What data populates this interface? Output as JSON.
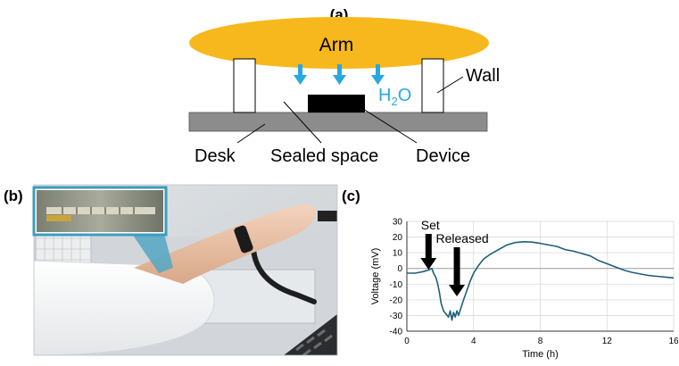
{
  "figure": {
    "panel_a": {
      "label": "(a)",
      "arm": "Arm",
      "wall": "Wall",
      "water_main": "H",
      "water_sub": "2",
      "water_tail": "O",
      "desk": "Desk",
      "sealed_space": "Sealed space",
      "device": "Device",
      "colors": {
        "arm": "#f6b81c",
        "water": "#29a8df",
        "desk": "#8c8c8c",
        "device": "#000000"
      }
    },
    "panel_b": {
      "label": "(b)"
    },
    "panel_c": {
      "label": "(c)",
      "set": "Set",
      "released": "Released"
    }
  },
  "chart_data": {
    "type": "line",
    "xlabel": "Time (h)",
    "ylabel": "Voltage (mV)",
    "xlim": [
      0,
      16
    ],
    "ylim": [
      -40,
      30
    ],
    "xticks": [
      0,
      4,
      8,
      12,
      16
    ],
    "yticks": [
      30,
      20,
      10,
      0,
      -10,
      -20,
      -30,
      -40
    ],
    "grid": true,
    "color": "#1f5f7a",
    "series": [
      {
        "x": [
          0,
          0.5,
          1.0,
          1.3,
          1.5,
          1.6,
          1.75,
          1.85,
          1.95,
          2.05,
          2.2,
          2.35,
          2.5,
          2.6,
          2.7,
          2.8,
          2.9,
          3.0,
          3.1,
          3.25,
          3.4,
          3.6,
          3.8,
          4.0,
          4.3,
          4.6,
          5.0,
          5.5,
          6.0,
          6.5,
          7.0,
          7.5,
          8.0,
          8.5,
          9.0,
          9.5,
          10.0,
          10.5,
          11.0,
          11.5,
          12.0,
          12.5,
          13.0,
          13.5,
          14.0,
          14.5,
          15.0,
          15.5,
          16.0
        ],
        "y": [
          -3,
          -3,
          -2,
          -1,
          0,
          -3,
          -6,
          -10,
          -15,
          -22,
          -27,
          -29,
          -31,
          -27,
          -33,
          -28,
          -31,
          -27,
          -30,
          -25,
          -20,
          -14,
          -8,
          -3,
          2,
          6,
          9,
          12,
          15,
          16.5,
          17,
          16.8,
          16,
          15,
          14,
          12,
          11,
          9.5,
          8,
          5,
          3,
          1,
          -1,
          -2.5,
          -3.5,
          -4.5,
          -5,
          -5.5,
          -6
        ]
      }
    ],
    "annotations": [
      {
        "text": "Set",
        "x": 1.3
      },
      {
        "text": "Released",
        "x": 3.0
      }
    ]
  }
}
